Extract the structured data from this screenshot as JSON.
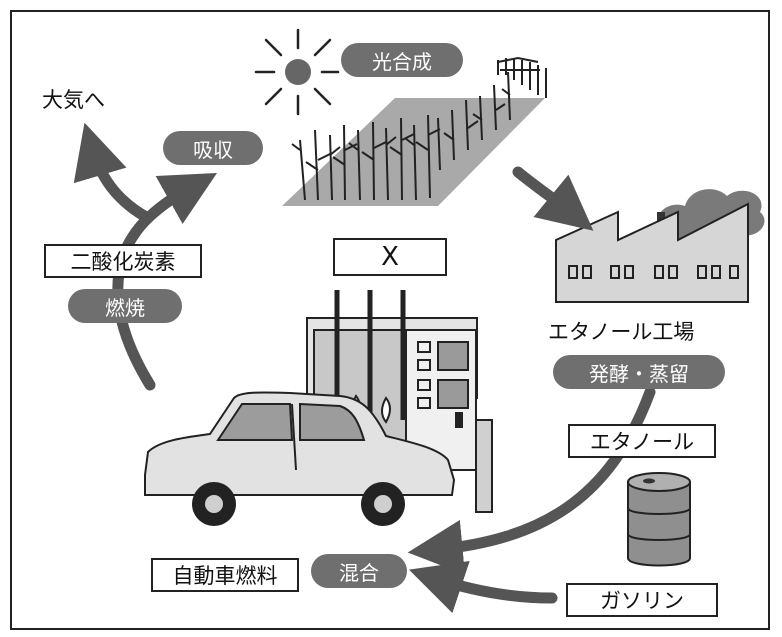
{
  "labels": {
    "to_atmosphere": "大気へ",
    "absorption": "吸収",
    "photosynthesis": "光合成",
    "carbon_dioxide": "二酸化炭素",
    "combustion": "燃焼",
    "crop_x": "X",
    "ethanol_plant": "エタノール工場",
    "fermentation_distillation": "発酵・蒸留",
    "ethanol": "エタノール",
    "auto_fuel": "自動車燃料",
    "mixing": "混合",
    "gasoline": "ガソリン"
  },
  "colors": {
    "arrow": "#555555",
    "pill": "#6f6f6f",
    "field": "#a9a9a9",
    "factory": "#d6d6d6",
    "car": "#e2e2e2",
    "pump": "#d9d9d9",
    "drum": "#8f8f8f"
  }
}
